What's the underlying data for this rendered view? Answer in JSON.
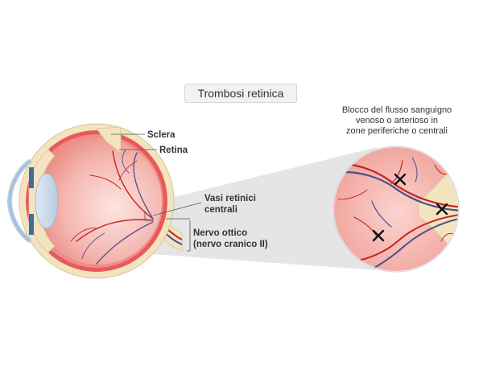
{
  "title": "Trombosi retinica",
  "labels": {
    "sclera": "Sclera",
    "retina": "Retina",
    "vessels_line1": "Vasi retinici",
    "vessels_line2": "centrali",
    "nerve_line1": "Nervo ottico",
    "nerve_line2": "(nervo cranico II)"
  },
  "callout": {
    "line1": "Blocco del flusso sanguigno",
    "line2": "venoso o arterioso in",
    "line3": "zone periferiche o centrali"
  },
  "markers": {
    "blockage_symbol": "×",
    "count": 3
  },
  "colors": {
    "sclera": "#f3e3bf",
    "retina": "#e8595b",
    "vitreous": "#f6c9c6",
    "lens": "#cfe0f0",
    "iris": "#3f6e9a",
    "artery": "#c6241f",
    "vein": "#4b4e8c",
    "magnifier_shadow": "#dedede"
  }
}
